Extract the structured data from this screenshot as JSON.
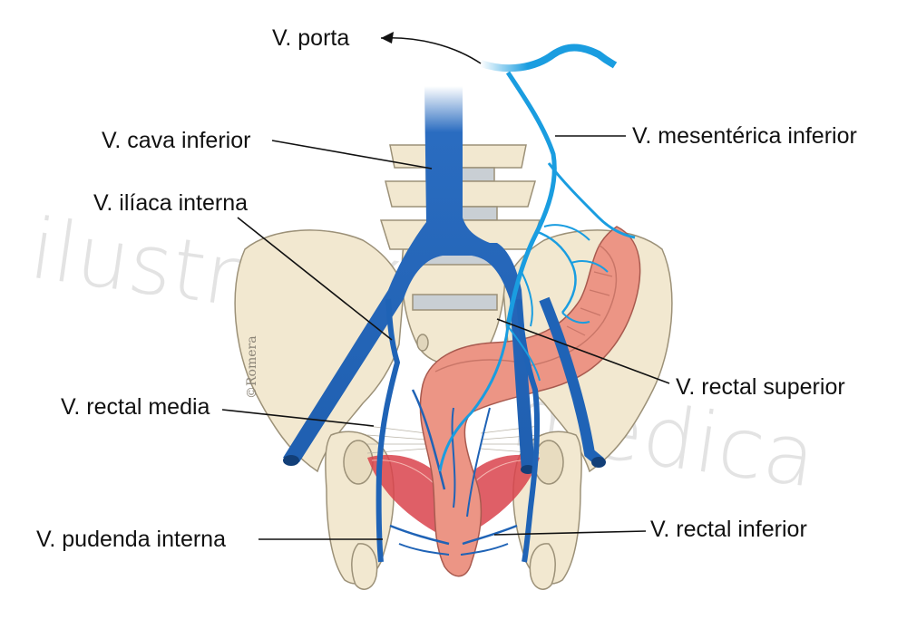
{
  "figure": {
    "labels": {
      "v_porta": "V. porta",
      "v_cava_inferior": "V. cava inferior",
      "v_iliaca_interna": "V. ilíaca interna",
      "v_rectal_media": "V. rectal media",
      "v_pudenda_interna": "V. pudenda interna",
      "v_mesenterica_inferior": "V. mesentérica inferior",
      "v_rectal_superior": "V. rectal superior",
      "v_rectal_inferior": "V. rectal inferior"
    },
    "watermark": {
      "left": "ilustración",
      "right": "médica",
      "signature": "©Romera"
    },
    "colors": {
      "bone": "#f2e8d0",
      "bone_outline": "#9c9178",
      "disc": "#c9cfd4",
      "vein_dark": "#1f63b6",
      "vein_light": "#1a9de0",
      "rectum": "#ec9585",
      "muscle": "#d9434c",
      "line": "#111111"
    }
  }
}
